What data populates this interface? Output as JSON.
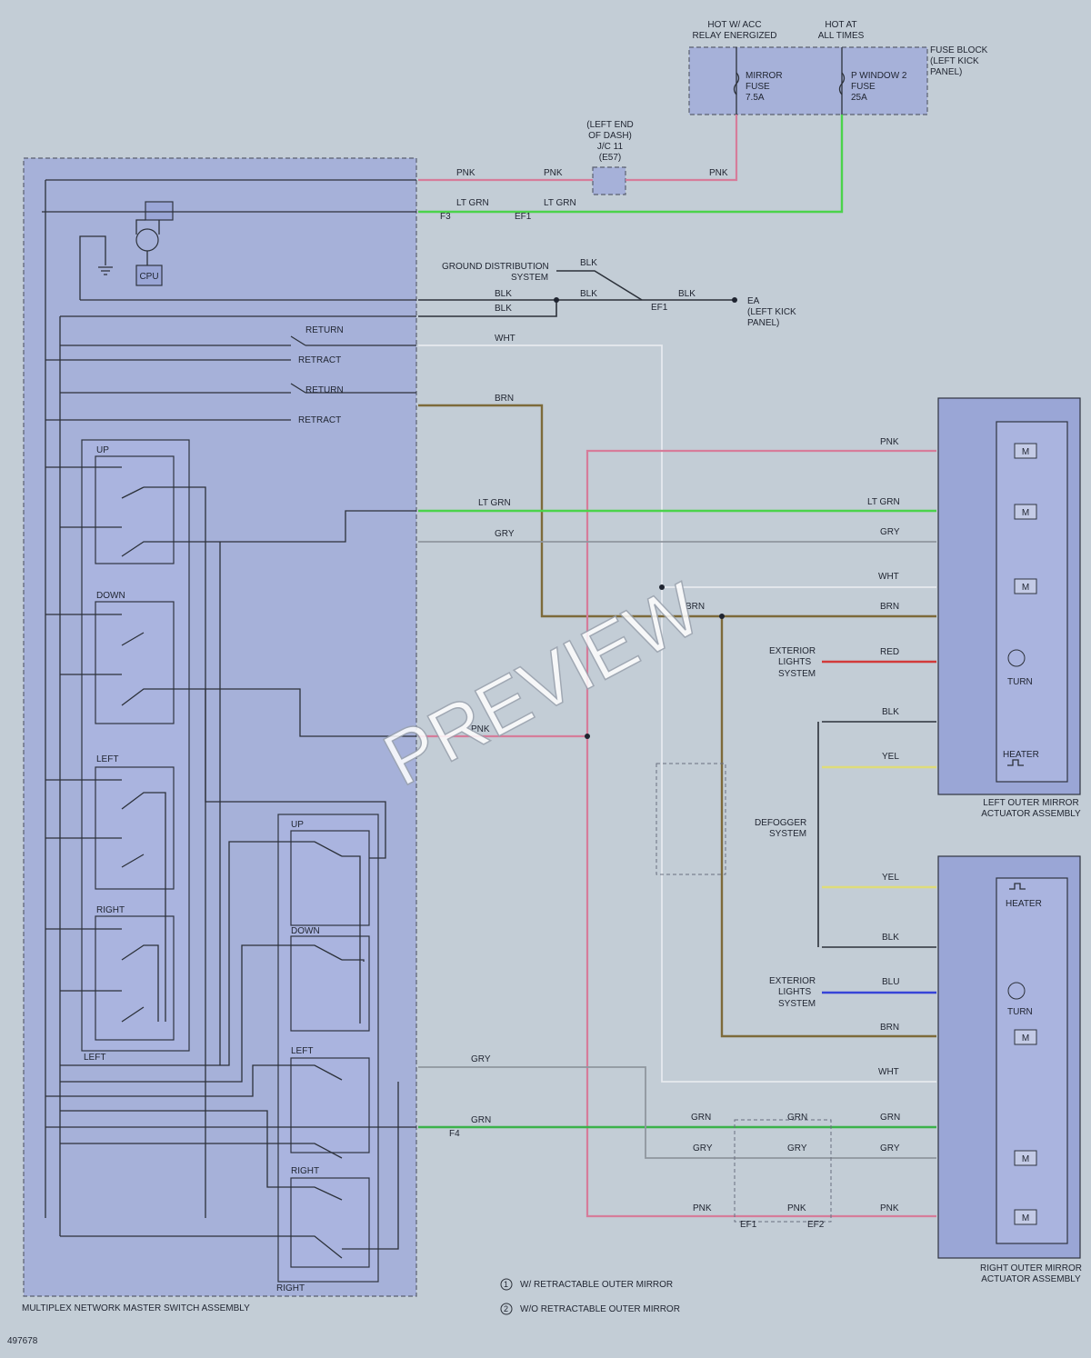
{
  "labels": {
    "hot_acc": [
      "HOT W/ ACC",
      "RELAY ENERGIZED"
    ],
    "hot_all": [
      "HOT AT",
      "ALL TIMES"
    ],
    "fuse_block": [
      "FUSE BLOCK",
      "(LEFT KICK",
      "PANEL)"
    ],
    "mirror_fuse": [
      "MIRROR",
      "FUSE",
      "7.5A"
    ],
    "pwindow_fuse": [
      "P WINDOW 2",
      "FUSE",
      "25A"
    ],
    "jc": [
      "(LEFT END",
      "OF DASH)",
      "J/C 11",
      "(E57)"
    ],
    "ground_dist": [
      "GROUND DISTRIBUTION",
      "SYSTEM"
    ],
    "ea": [
      "EA",
      "(LEFT KICK",
      "PANEL)"
    ],
    "cpu": "CPU",
    "return": "RETURN",
    "retract": "RETRACT",
    "up": "UP",
    "down": "DOWN",
    "left": "LEFT",
    "right": "RIGHT",
    "ext_lights": [
      "EXTERIOR",
      "LIGHTS",
      "SYSTEM"
    ],
    "defogger": [
      "DEFOGGER",
      "SYSTEM"
    ],
    "turn": "TURN",
    "heater": "HEATER",
    "left_mirror": [
      "LEFT OUTER MIRROR",
      "ACTUATOR ASSEMBLY"
    ],
    "right_mirror": [
      "RIGHT OUTER MIRROR",
      "ACTUATOR ASSEMBLY"
    ],
    "master_switch": "MULTIPLEX NETWORK MASTER SWITCH ASSEMBLY",
    "legend_1": "W/ RETRACTABLE OUTER MIRROR",
    "legend_2": "W/O RETRACTABLE OUTER MIRROR",
    "fig_id": "497678",
    "watermark": "PREVIEW"
  },
  "wires": {
    "pnk": "PNK",
    "lt_grn": "LT GRN",
    "blk": "BLK",
    "wht": "WHT",
    "brn": "BRN",
    "gry": "GRY",
    "red": "RED",
    "yel": "YEL",
    "blu": "BLU",
    "grn": "GRN"
  },
  "connectors": {
    "f3": "F3",
    "ef1": "EF1",
    "ef2": "EF2",
    "f4": "F4"
  },
  "colors": {
    "pnk": "#d67c9a",
    "lt_grn": "#4bd34b",
    "grn": "#3bb24a",
    "brn": "#7d6a3a",
    "gry": "#8f969e",
    "wht": "#e6e9ee",
    "blk": "#2c313a",
    "red": "#d23a3a",
    "yel": "#dedc7a",
    "blu": "#3644d8",
    "block_fill": "#a6b1d9",
    "background": "#c3cdd6"
  }
}
